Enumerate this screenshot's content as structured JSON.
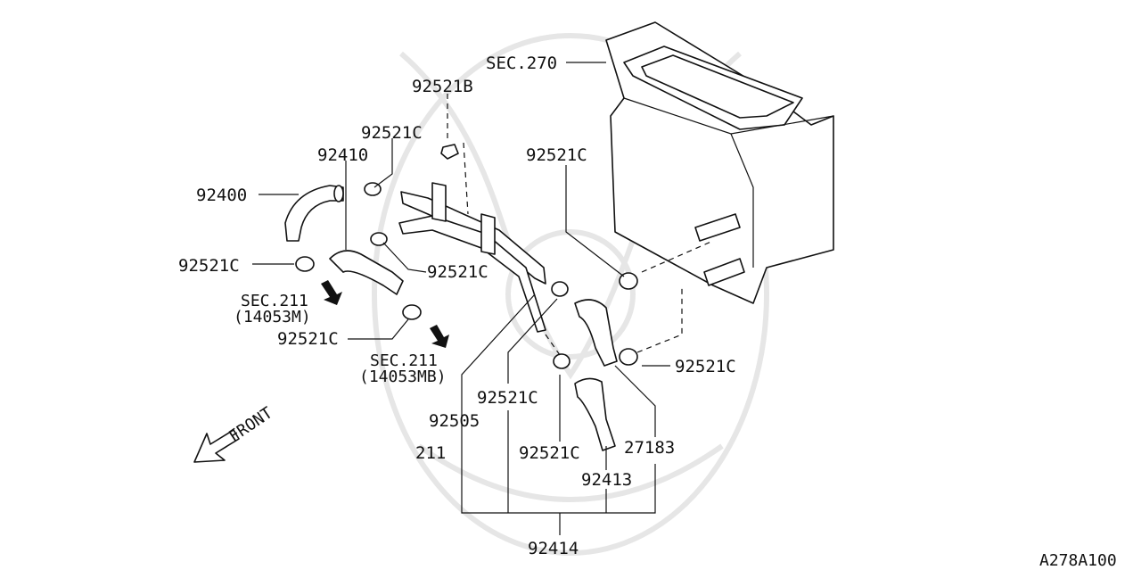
{
  "labels": {
    "sec270": "SEC.270",
    "p92521b": "92521B",
    "p92521c_top": "92521C",
    "p92410": "92410",
    "p92400": "92400",
    "p92521c_right_top": "92521C",
    "p92521c_left": "92521C",
    "p92521c_mid": "92521C",
    "sec211_a": "SEC.211",
    "sec211_a_ref": "(14053M)",
    "p92521c_lower_left": "92521C",
    "sec211_b": "SEC.211",
    "sec211_b_ref": "(14053MB)",
    "p92521c_right_bottom": "92521C",
    "p92521c_center": "92521C",
    "p92505": "92505",
    "p211": "211",
    "p92521c_bottom": "92521C",
    "p27183": "27183",
    "p92413": "92413",
    "p92414": "92414",
    "front": "FRONT",
    "diagram_code": "A278A100"
  }
}
